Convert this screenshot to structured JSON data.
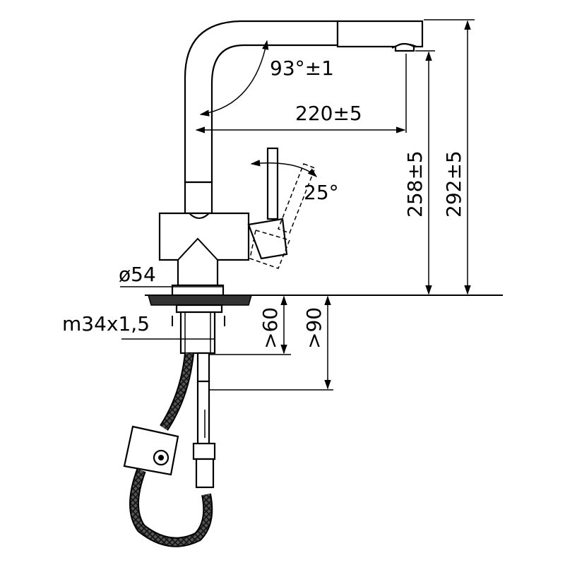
{
  "dimensions": {
    "angle_spout": "93°±1",
    "reach": "220±5",
    "angle_lever": "25°",
    "height_spout": "258±5",
    "height_total": "292±5",
    "base_diameter": "ø54",
    "thread": "m34x1,5",
    "depth_min_1": ">60",
    "depth_min_2": ">90"
  },
  "colors": {
    "line": "#000000",
    "background": "#ffffff"
  }
}
